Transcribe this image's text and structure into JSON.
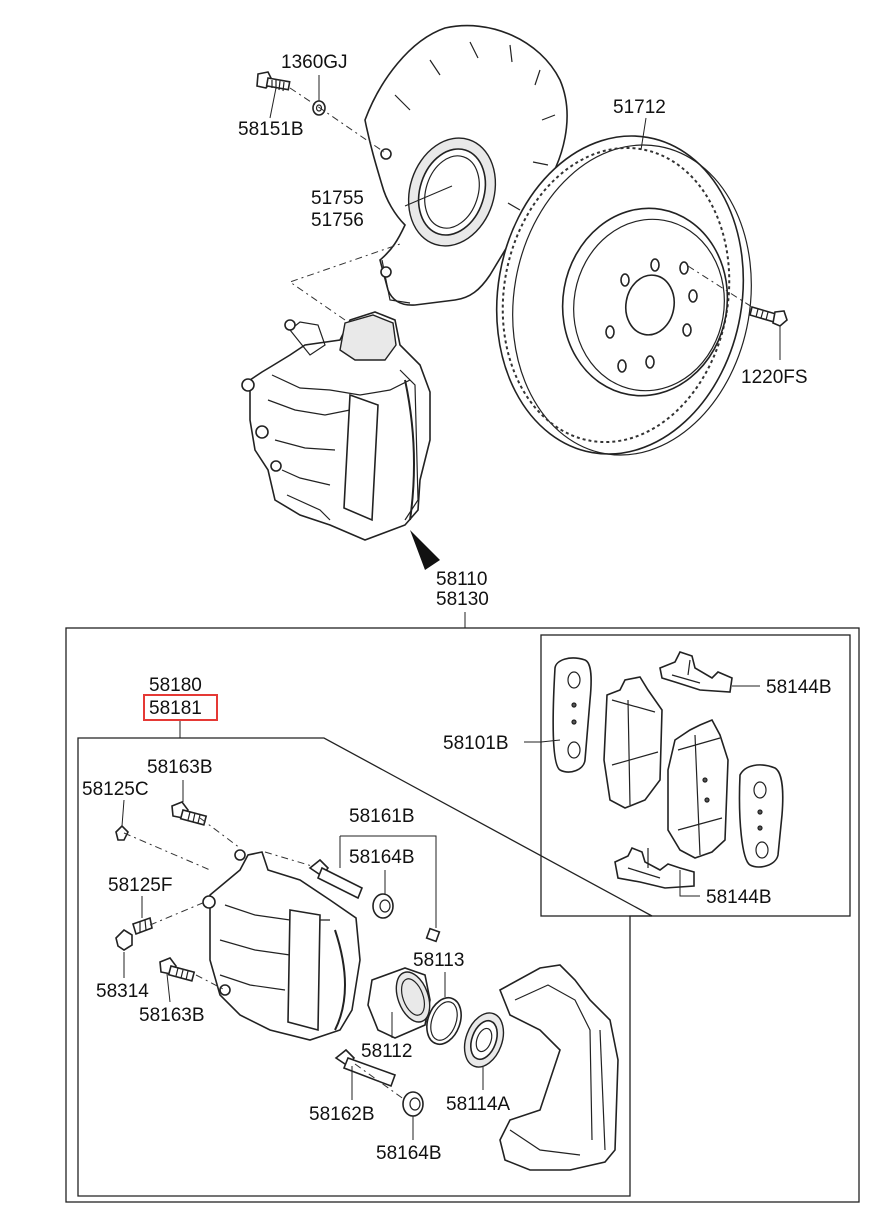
{
  "labels": {
    "p_1360GJ": "1360GJ",
    "p_58151B": "58151B",
    "p_51712": "51712",
    "p_51755": "51755",
    "p_51756": "51756",
    "p_1220FS": "1220FS",
    "p_58110": "58110",
    "p_58130": "58130",
    "p_58180": "58180",
    "p_58181": "58181",
    "p_58144B_top": "58144B",
    "p_58101B": "58101B",
    "p_58144B_bottom": "58144B",
    "p_58163B_top": "58163B",
    "p_58125C": "58125C",
    "p_58161B": "58161B",
    "p_58164B_top": "58164B",
    "p_58125F": "58125F",
    "p_58113": "58113",
    "p_58314": "58314",
    "p_58163B_bottom": "58163B",
    "p_58112": "58112",
    "p_58162B": "58162B",
    "p_58114A": "58114A",
    "p_58164B_bottom": "58164B"
  },
  "highlight_color": "#e53935"
}
